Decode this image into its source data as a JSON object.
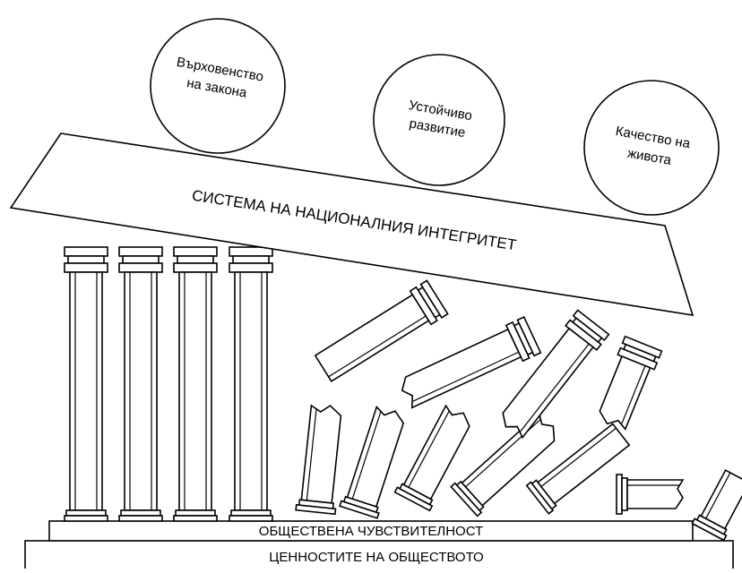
{
  "beam_label": "СИСТЕМА НА НАЦИОНАЛНИЯ ИНТЕГРИТЕТ",
  "circles": [
    {
      "line1": "Върховенство",
      "line2": "на закона"
    },
    {
      "line1": "Устойчиво",
      "line2": "развитие"
    },
    {
      "line1": "Качество на",
      "line2": "живота"
    }
  ],
  "base_top_label": "ОБЩЕСТВЕНА ЧУВСТВИТЕЛНОСТ",
  "base_bottom_label": "ЦЕННОСТИТЕ НА ОБЩЕСТВОТО",
  "colors": {
    "stroke": "#000000",
    "fill": "#ffffff"
  }
}
